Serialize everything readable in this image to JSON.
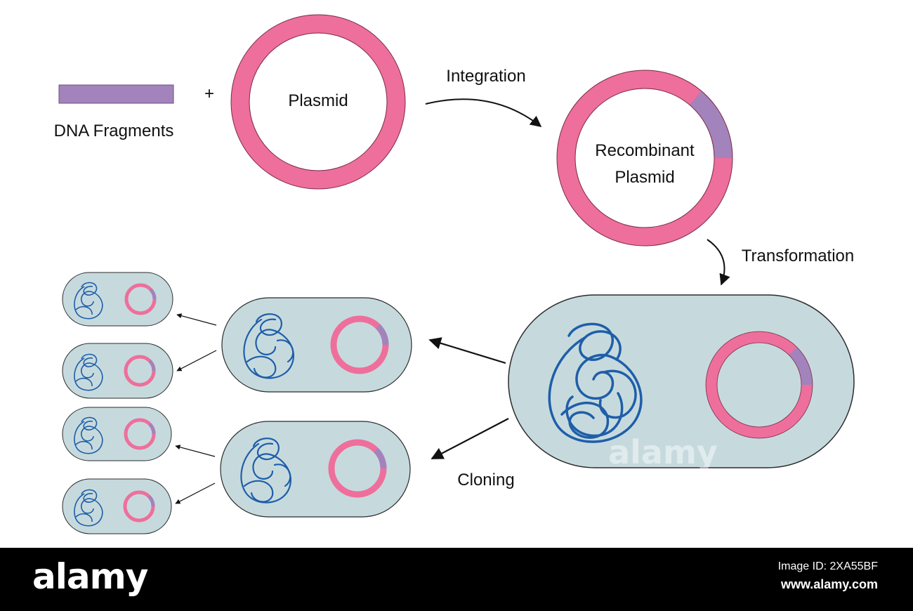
{
  "labels": {
    "dna_fragments": "DNA Fragments",
    "plus": "+",
    "plasmid": "Plasmid",
    "integration": "Integration",
    "recombinant_line1": "Recombinant",
    "recombinant_line2": "Plasmid",
    "transformation": "Transformation",
    "cloning": "Cloning"
  },
  "watermark": "alamy",
  "footer": {
    "logo": "alamy",
    "image_id": "Image ID: 2XA55BF",
    "site": "www.alamy.com"
  },
  "colors": {
    "plasmid_pink": "#ee6f9b",
    "insert_purple": "#a383bb",
    "cell_fill": "#c6dade",
    "chromosome_blue": "#1f5ea8",
    "footer_bg": "#000000"
  },
  "icons": [
    "arrow-icon",
    "plasmid-ring-icon",
    "chromosome-icon",
    "cell-icon"
  ]
}
